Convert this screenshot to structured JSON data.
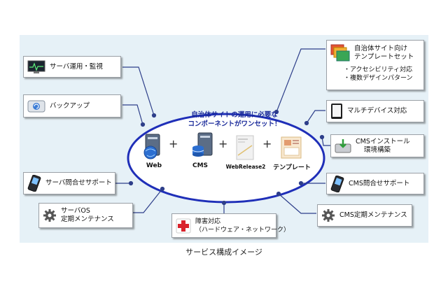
{
  "center": {
    "title_line1": "自治体サイトの運用に必要な",
    "title_line2": "コンポーネントがワンセット！",
    "components": [
      "Web",
      "CMS",
      "WebRelease2",
      "テンプレート"
    ],
    "plus": "+"
  },
  "left_boxes": [
    {
      "icon": "monitor-icon",
      "lines": [
        "サーバ運用・監視"
      ]
    },
    {
      "icon": "backup-drive-icon",
      "lines": [
        "バックアップ"
      ]
    },
    {
      "icon": "mobile-phone-icon",
      "lines": [
        "サーバ問合せサポート"
      ]
    },
    {
      "icon": "gear-icon",
      "lines": [
        "サーバOS",
        "定期メンテナンス"
      ]
    }
  ],
  "right_boxes": [
    {
      "icon": "template-stack-icon",
      "lines": [
        "自治体サイト向け",
        "テンプレートセット"
      ],
      "notes": [
        "・アクセシビリティ対応",
        "・複数デザインパターン"
      ]
    },
    {
      "icon": "tablet-icon",
      "lines": [
        "マルチデバイス対応"
      ]
    },
    {
      "icon": "install-icon",
      "lines": [
        "CMSインストール",
        "環境構築"
      ]
    },
    {
      "icon": "mobile-phone-icon",
      "lines": [
        "CMS問合せサポート"
      ]
    },
    {
      "icon": "gear-icon",
      "lines": [
        "CMS定期メンテナンス"
      ]
    }
  ],
  "bottom_box": {
    "icon": "first-aid-icon",
    "lines": [
      "障害対応",
      "（ハードウェア・ネットワーク）"
    ]
  },
  "caption": "サービス構成イメージ",
  "colors": {
    "ellipse_stroke": "#1f2fb8",
    "connector": "#2e3f8a",
    "panel": "#e6f1f7",
    "title": "#1a2a9a"
  }
}
